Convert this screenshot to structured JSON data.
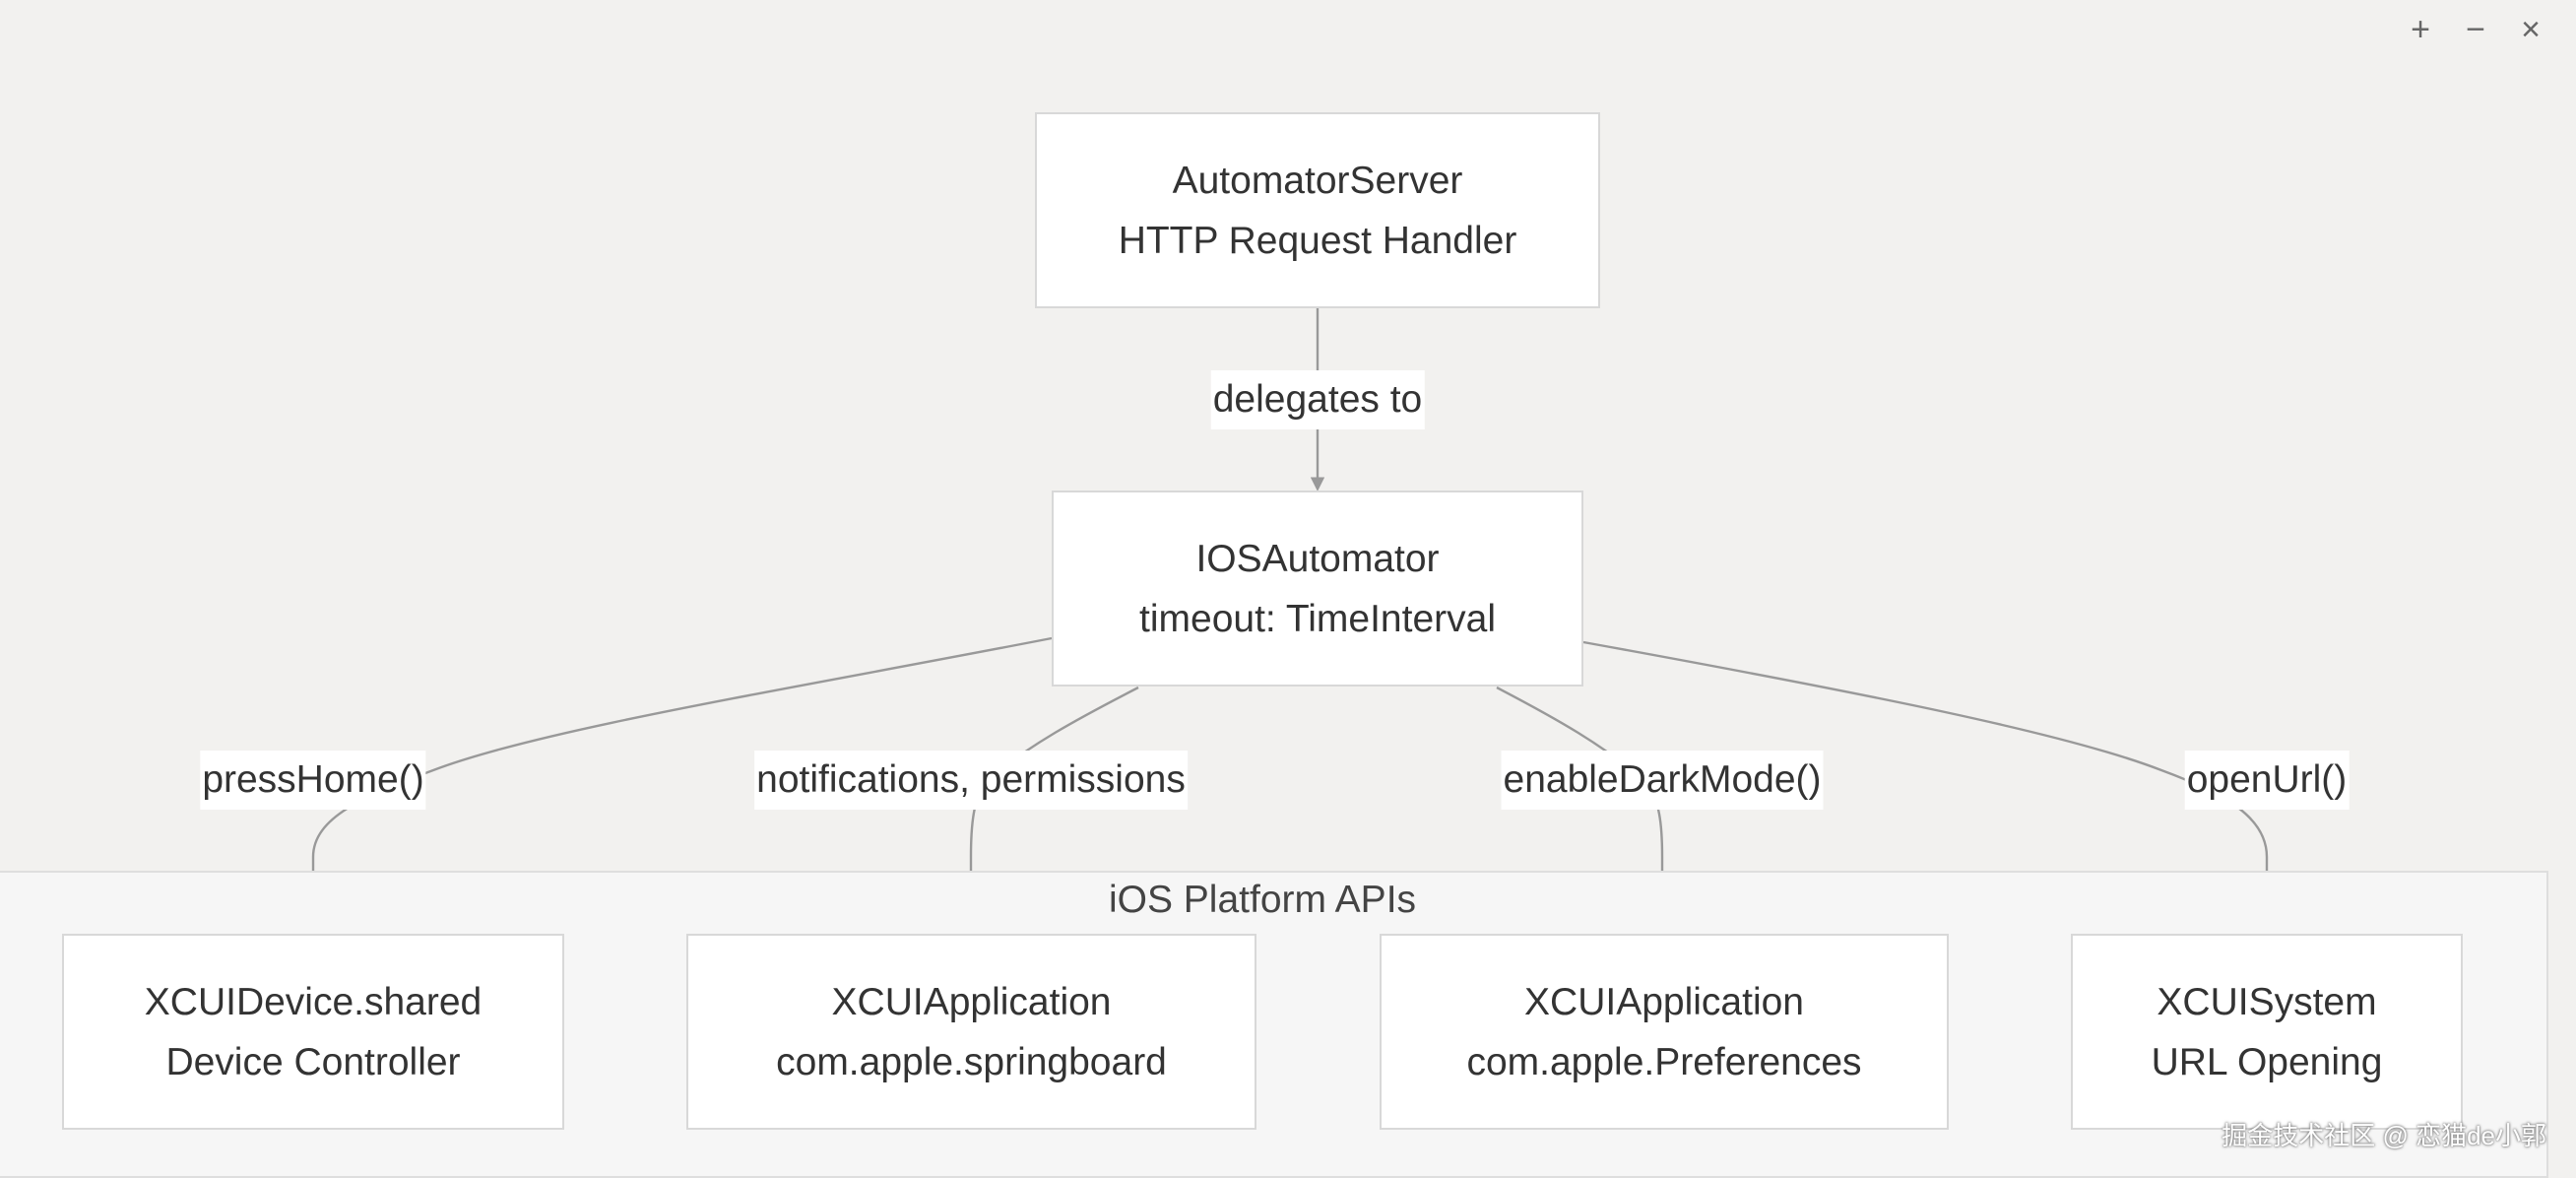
{
  "window_controls": {
    "add": "+",
    "minimize": "−",
    "close": "×"
  },
  "nodes": {
    "automator_server": {
      "line1": "AutomatorServer",
      "line2": "HTTP Request Handler"
    },
    "ios_automator": {
      "line1": "IOSAutomator",
      "line2": "timeout: TimeInterval"
    },
    "xcui_device": {
      "line1": "XCUIDevice.shared",
      "line2": "Device Controller"
    },
    "xcui_springboard": {
      "line1": "XCUIApplication",
      "line2": "com.apple.springboard"
    },
    "xcui_preferences": {
      "line1": "XCUIApplication",
      "line2": "com.apple.Preferences"
    },
    "xcui_system": {
      "line1": "XCUISystem",
      "line2": "URL Opening"
    }
  },
  "cluster": {
    "label": "iOS Platform APIs"
  },
  "edges": {
    "delegates": "delegates to",
    "press_home": "pressHome()",
    "notifications": "notifications, permissions",
    "dark_mode": "enableDarkMode()",
    "open_url": "openUrl()"
  },
  "watermark": "掘金技术社区 @ 恋猫de小郭"
}
